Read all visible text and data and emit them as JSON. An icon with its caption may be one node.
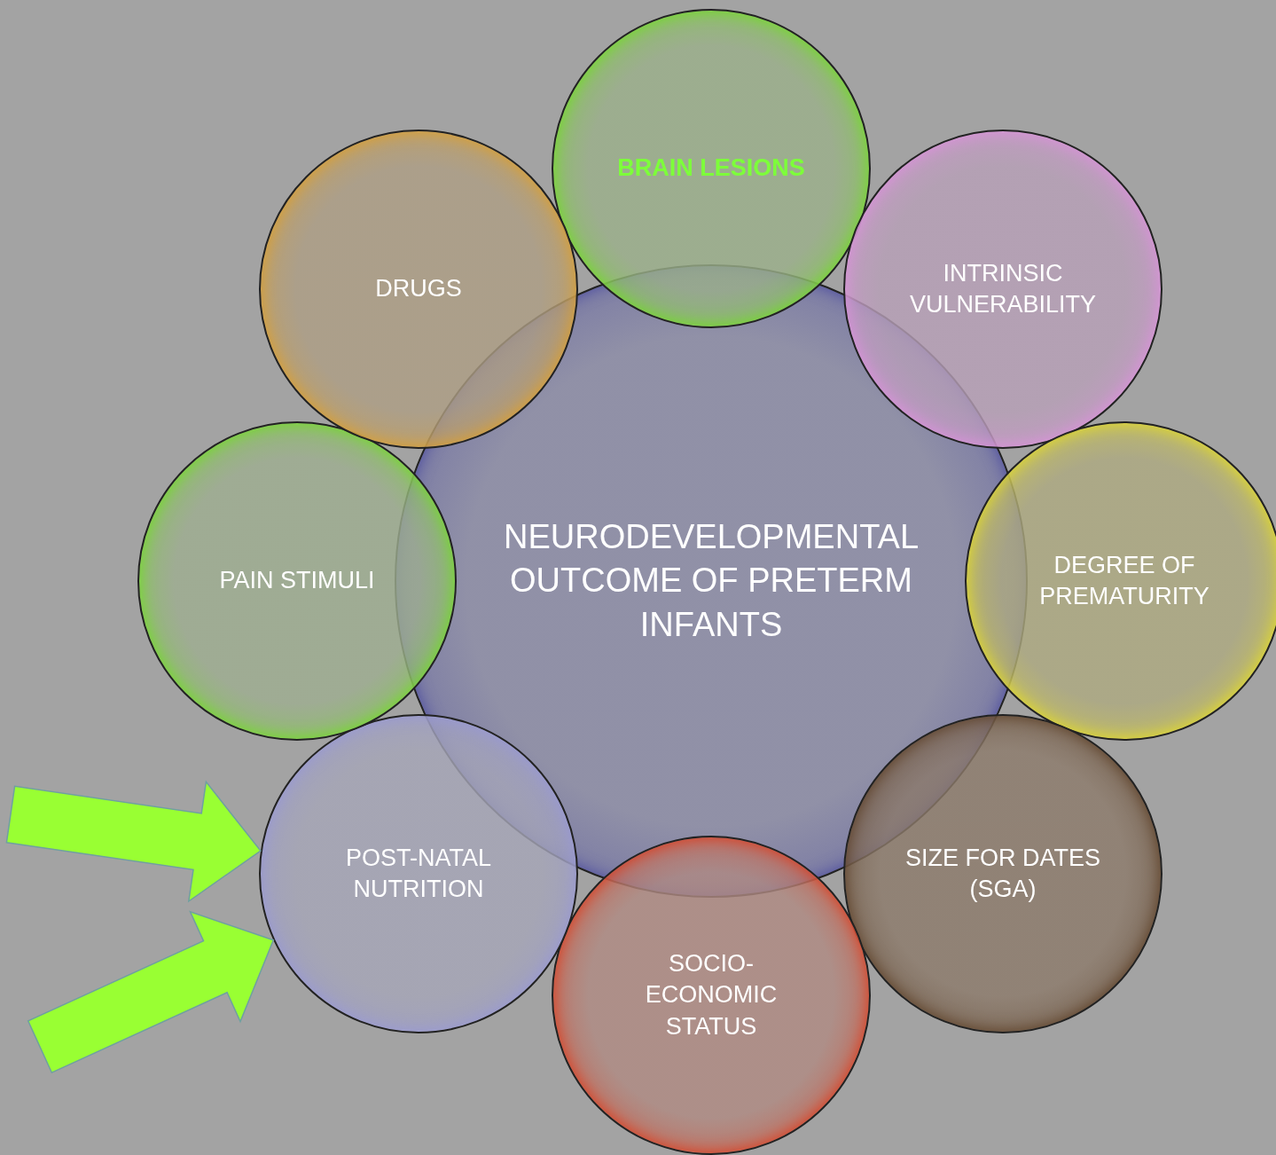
{
  "diagram": {
    "nodes": [
      {
        "text": [
          "NEURODEVELOPMENTAL OUTCOME OF PRETERM INFANTS"
        ]
      },
      {
        "text": [
          "BRAIN LESIONS"
        ]
      },
      {
        "text": [
          "INTRINSIC VULNERABILITY"
        ]
      },
      {
        "text": [
          "DEGREE OF PREMATURITY"
        ]
      },
      {
        "text": [
          "SIZE FOR DATES (SGA)"
        ]
      },
      {
        "text": [
          "SOCIO-ECONOMIC STATUS"
        ]
      },
      {
        "text": [
          "POST-NATAL NUTRITION"
        ]
      },
      {
        "text": [
          "PAIN STIMULI"
        ]
      },
      {
        "text": [
          "DRUGS"
        ]
      }
    ],
    "edges": [
      {
        "from": null,
        "to": 6,
        "arrow": "to",
        "style": "thick"
      },
      {
        "from": null,
        "to": 6,
        "arrow": "to",
        "style": "thick"
      }
    ]
  }
}
